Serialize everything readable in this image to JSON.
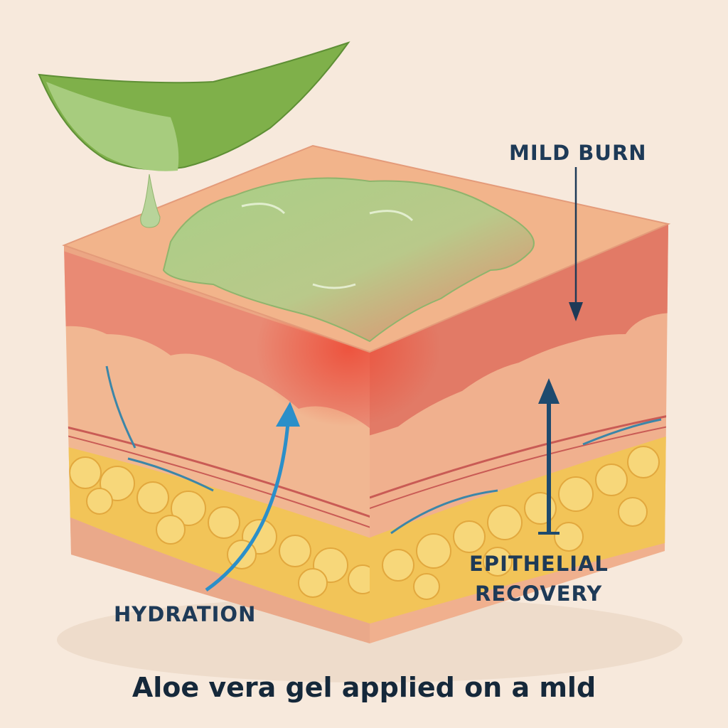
{
  "labels": {
    "mild_burn": "MILD BURN",
    "epithelial_line1": "EPITHELIAL",
    "epithelial_line2": "RECOVERY",
    "hydration": "HYDRATION"
  },
  "caption": "Aloe vera gel applied on a mld",
  "colors": {
    "background": "#f7e9dc",
    "label_text": "#1e3a57",
    "hydration_arrow": "#2b8fc9",
    "gel": "#9cc47a",
    "leaf": "#7fb04a",
    "burn": "#e8553f",
    "fat": "#f2c458"
  }
}
